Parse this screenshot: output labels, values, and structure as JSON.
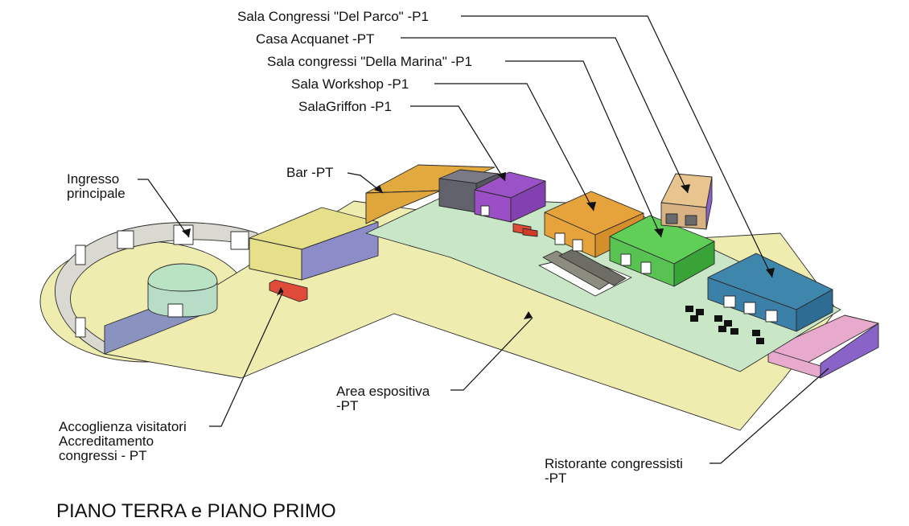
{
  "title": "PIANO TERRA e PIANO PRIMO",
  "colors": {
    "floor": "#efecb0",
    "platform": "#c9e7c6",
    "wall_gray": "#7f8fa3",
    "bar": "#e2a93f",
    "griffon": "#9b52c7",
    "workshop": "#e6a33c",
    "marina": "#5fcf58",
    "acquanet": "#e8c58f",
    "parco": "#3f86ad",
    "restaurant": "#e7aacd",
    "reception": "#e6e08a",
    "desk": "#e04a38"
  },
  "labels": {
    "parco": "Sala Congressi \"Del Parco\" -P1",
    "acquanet": "Casa Acquanet  -PT",
    "marina": "Sala congressi \"Della Marina\" -P1",
    "workshop": "Sala Workshop  -P1",
    "griffon": "SalaGriffon -P1",
    "bar": "Bar -PT",
    "ingresso_1": "Ingresso",
    "ingresso_2": "principale",
    "area_1": "Area espositiva",
    "area_2": "-PT",
    "accoglienza_1": "Accoglienza visitatori",
    "accoglienza_2": "Accreditamento",
    "accoglienza_3": "congressi  - PT",
    "ristorante_1": "Ristorante congressisti",
    "ristorante_2": "-PT"
  }
}
